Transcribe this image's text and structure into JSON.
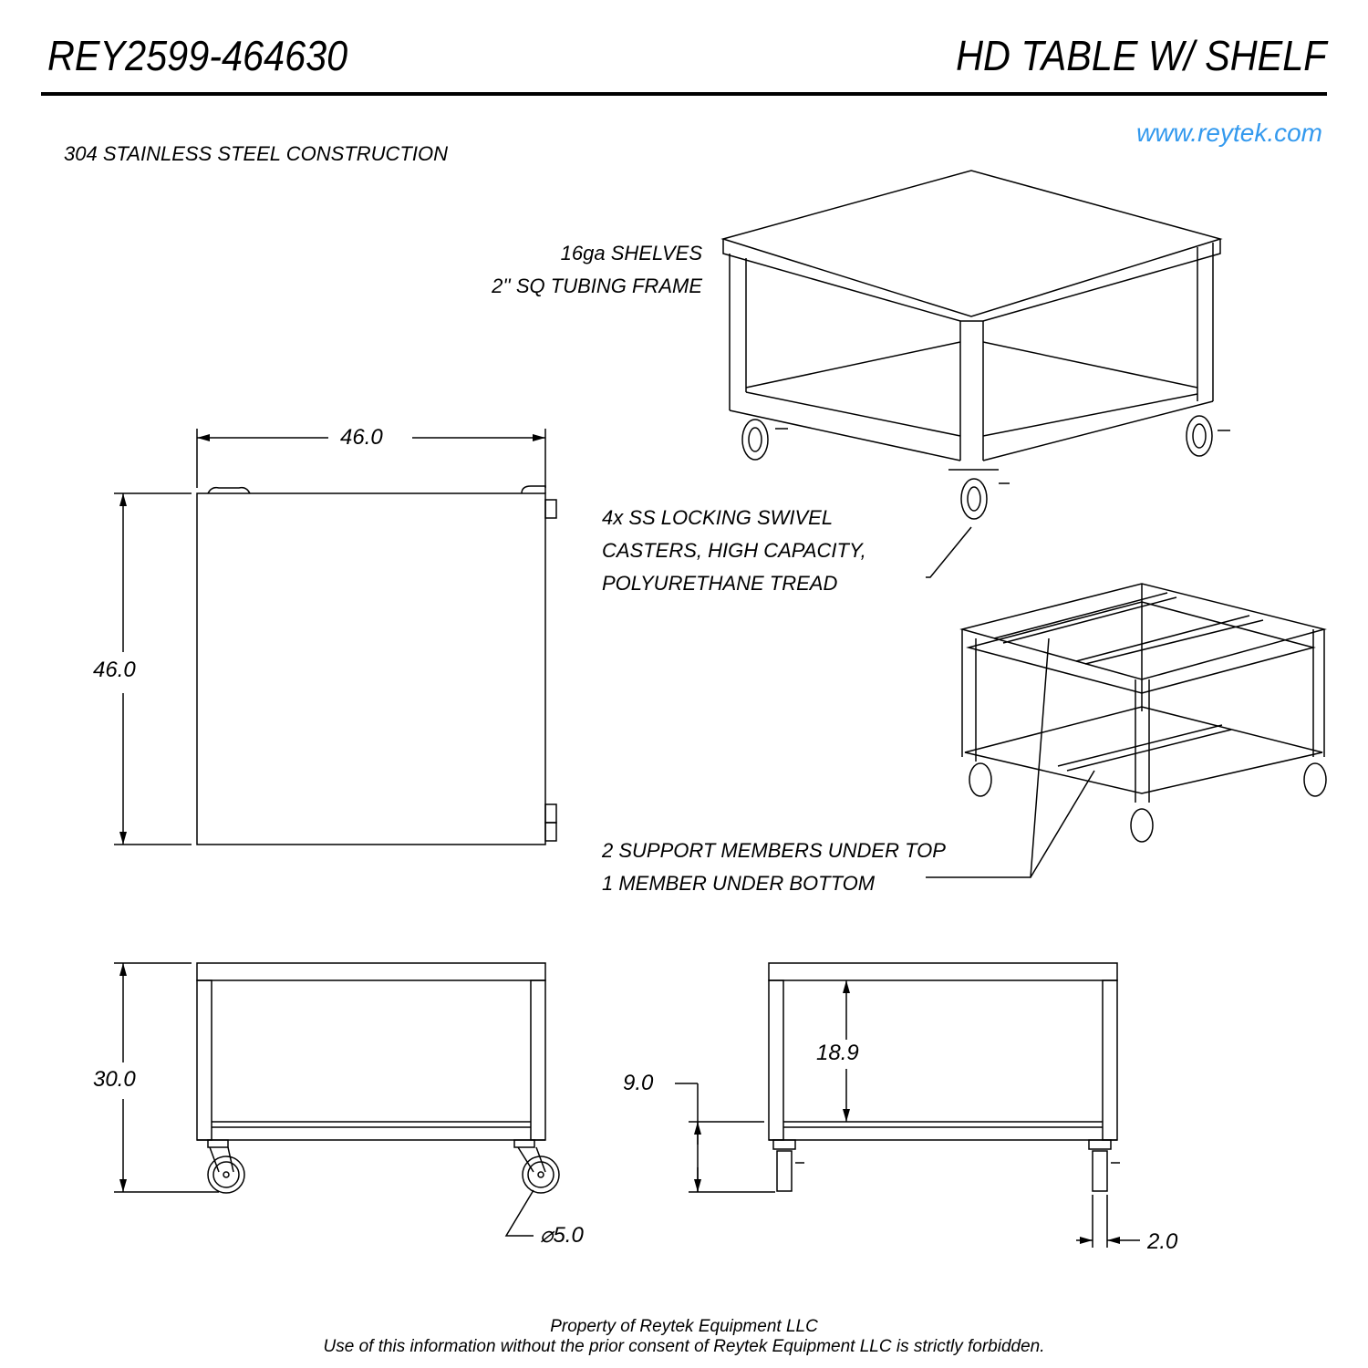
{
  "header": {
    "part_number": "REY2599-464630",
    "title": "HD TABLE W/ SHELF",
    "website": "www.reytek.com",
    "website_color": "#3399ee",
    "material_note": "304 STAINLESS STEEL CONSTRUCTION"
  },
  "notes": {
    "shelves": "16ga SHELVES",
    "frame": "2'' SQ TUBING FRAME",
    "casters": [
      "4x SS LOCKING SWIVEL",
      "CASTERS, HIGH CAPACITY,",
      "POLYURETHANE TREAD"
    ],
    "supports": [
      "2 SUPPORT MEMBERS UNDER TOP",
      "1 MEMBER UNDER BOTTOM"
    ]
  },
  "dimensions": {
    "top_width": "46.0",
    "top_depth": "46.0",
    "height": "30.0",
    "shelf_clearance": "18.9",
    "shelf_height": "9.0",
    "caster_diameter": "5.0",
    "caster_diameter_symbol": "⌀",
    "caster_width": "2.0"
  },
  "footer": {
    "line1": "Property of Reytek Equipment LLC",
    "line2": "Use of this information without the prior consent of Reytek Equipment LLC is strictly forbidden."
  }
}
